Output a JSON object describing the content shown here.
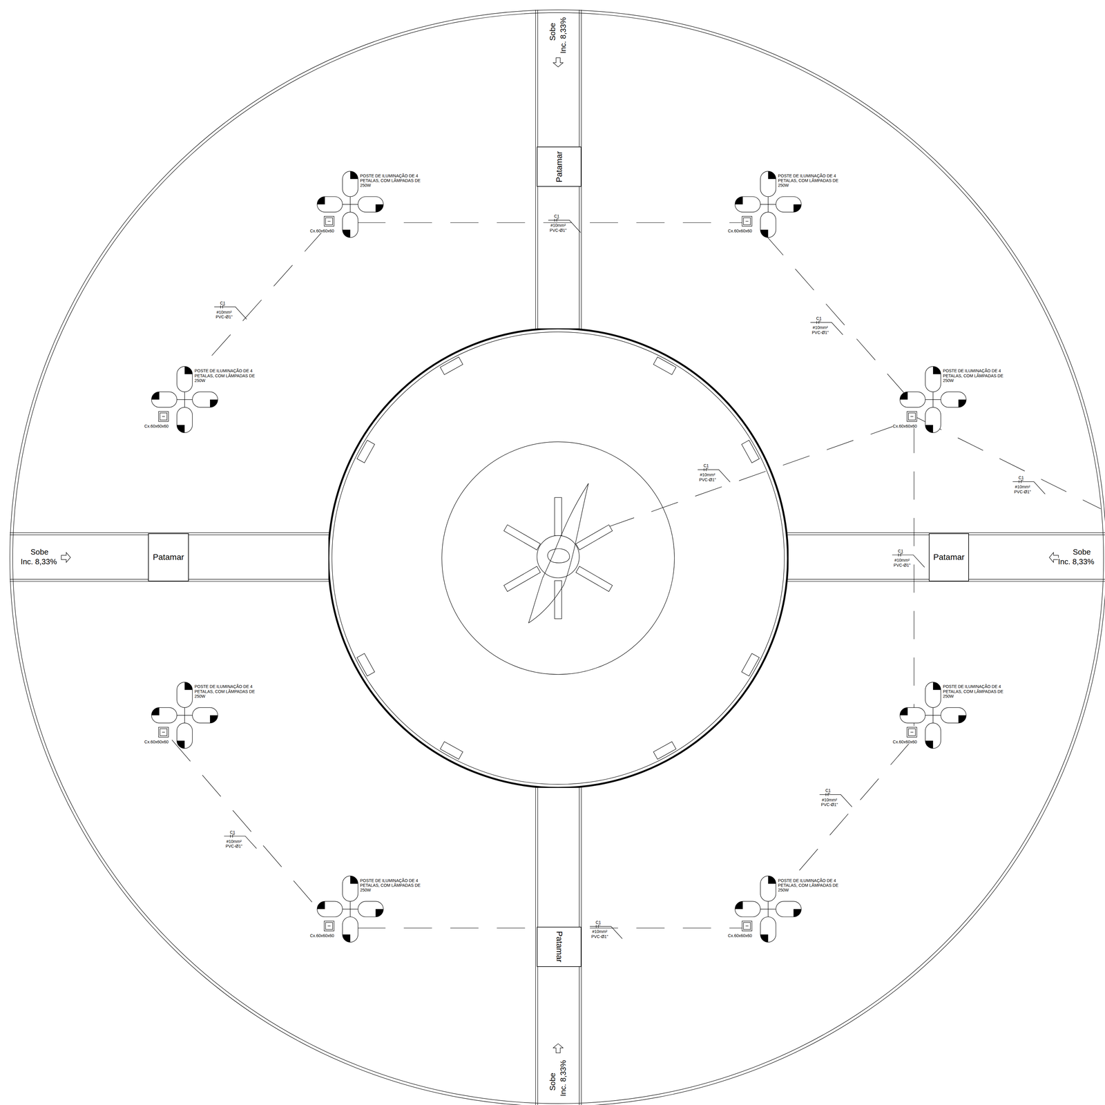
{
  "diagram": {
    "nodes": [
      {
        "text": [
          "Patamar"
        ]
      },
      {
        "text": [
          "Patamar"
        ]
      },
      {
        "text": [
          "Patamar"
        ]
      },
      {
        "text": [
          "Patamar"
        ]
      }
    ],
    "labels": [
      "Sobe",
      "Inc. 8,33%",
      "Sobe",
      "Inc. 8,33%",
      "Sobe",
      "Inc. 8,33%",
      "Sobe",
      "Inc. 8,33%",
      "POSTE DE ILUMINAÇÃO DE 4 PETALAS, COM LÂMPADAS DE 250W",
      "Cx.60x60x60",
      "POSTE DE ILUMINAÇÃO DE 4 PETALAS, COM LÂMPADAS DE 250W",
      "Cx.60x60x60",
      "POSTE DE ILUMINAÇÃO DE 4 PETALAS, COM LÂMPADAS DE 250W",
      "Cx.60x60x60",
      "POSTE DE ILUMINAÇÃO DE 4 PETALAS, COM LÂMPADAS DE 250W",
      "Cx.60x60x60",
      "POSTE DE ILUMINAÇÃO DE 4 PETALAS, COM LÂMPADAS DE 250W",
      "Cx.60x60x60",
      "POSTE DE ILUMINAÇÃO DE 4 PETALAS, COM LÂMPADAS DE 250W",
      "Cx.60x60x60",
      "POSTE DE ILUMINAÇÃO DE 4 PETALAS, COM LÂMPADAS DE 250W",
      "Cx.60x60x60",
      "POSTE DE ILUMINAÇÃO DE 4 PETALAS, COM LÂMPADAS DE 250W",
      "Cx.60x60x60",
      "C1",
      "#10mm²",
      "PVC-Ø1\"",
      "C1",
      "#10mm²",
      "PVC-Ø1\"",
      "C1",
      "#10mm²",
      "PVC-Ø1\"",
      "C1",
      "#10mm²",
      "PVC-Ø1\"",
      "C1",
      "#10mm²",
      "PVC-Ø1\"",
      "C1",
      "#10mm²",
      "PVC-Ø1\"",
      "C1",
      "#10mm²",
      "PVC-Ø1\"",
      "C1",
      "#10mm²",
      "PVC-Ø1\"",
      "C1",
      "#10mm²",
      "PVC-Ø1\""
    ]
  }
}
